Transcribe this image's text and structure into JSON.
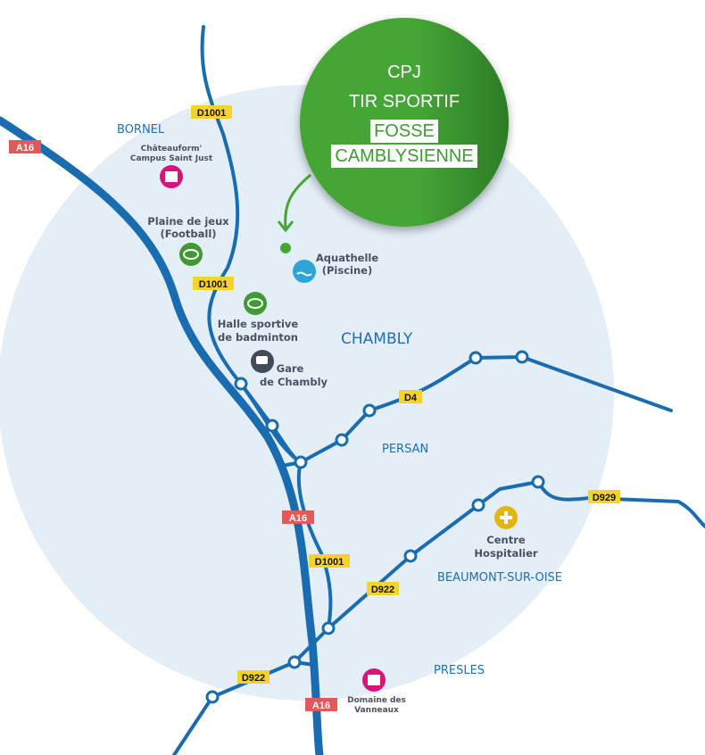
{
  "badge": {
    "line1": "CPJ",
    "line2": "TIR SPORTIF",
    "line3": "FOSSE",
    "line4": "CAMBLYSIENNE",
    "color": "#45a636"
  },
  "towns": {
    "bornel": "BORNEL",
    "chambly": "CHAMBLY",
    "persan": "PERSAN",
    "beaumont": "BEAUMONT-SUR-OISE",
    "presles": "PRESLES"
  },
  "roads": {
    "a16_1": "A16",
    "a16_2": "A16",
    "a16_3": "A16",
    "d1001_1": "D1001",
    "d1001_2": "D1001",
    "d1001_3": "D1001",
    "d4": "D4",
    "d929": "D929",
    "d922_1": "D922",
    "d922_2": "D922"
  },
  "poi": {
    "chateauform_1": "Châteauform'",
    "chateauform_2": "Campus Saint Just",
    "plaine_1": "Plaine de jeux",
    "plaine_2": "(Football)",
    "aquathelle_1": "Aquathelle",
    "aquathelle_2": "(Piscine)",
    "halle_1": "Halle sportive",
    "halle_2": "de badminton",
    "gare_1": "Gare",
    "gare_2": "de Chambly",
    "hopital_1": "Centre",
    "hopital_2": "Hospitalier",
    "domaine_1": "Domaine des",
    "domaine_2": "Vanneaux"
  },
  "colors": {
    "area": "#e3eef7",
    "road": "#1a6cb0",
    "motorway_label": "#e05a5a",
    "dept_label": "#f6d329"
  }
}
